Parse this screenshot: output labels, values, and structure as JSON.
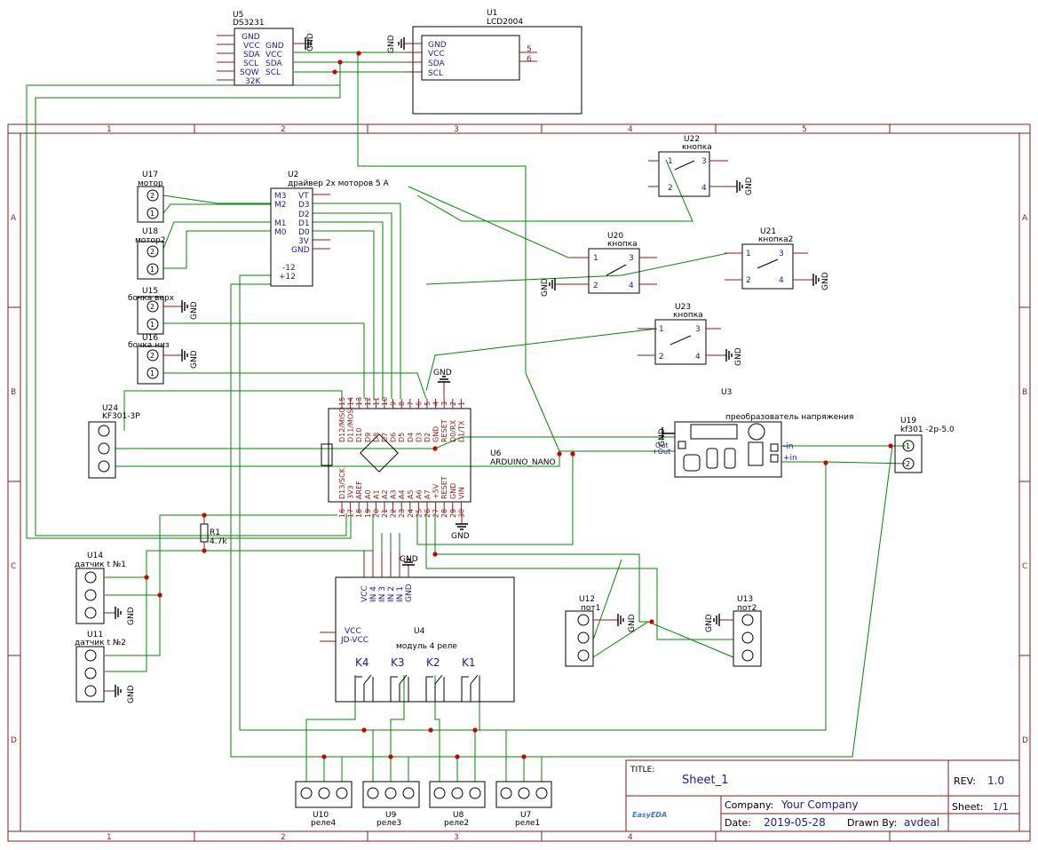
{
  "colors": {
    "frame": "#8b1a1a",
    "wire": "#008800",
    "text_blue": "#1a1aa0",
    "junction": "#cc0000"
  },
  "frame": {
    "columns": [
      "1",
      "2",
      "3",
      "4",
      "5"
    ],
    "rows": [
      "A",
      "B",
      "C",
      "D"
    ]
  },
  "title_block": {
    "title_label": "TITLE:",
    "title": "Sheet_1",
    "rev_label": "REV:",
    "rev": "1.0",
    "company_label": "Company:",
    "company": "Your Company",
    "sheet_label": "Sheet:",
    "sheet": "1/1",
    "date_label": "Date:",
    "date": "2019-05-28",
    "drawn_label": "Drawn By:",
    "drawn_by": "avdeal",
    "logo": "EasyEDA"
  },
  "gnd_label": "GND",
  "components": {
    "u5": {
      "ref": "U5",
      "name": "DS3231",
      "pins_left": [
        "GND",
        "VCC",
        "SDA",
        "SCL",
        "SQW",
        "32K"
      ],
      "pins_right": [
        "GND",
        "VCC",
        "SDA",
        "SCL"
      ]
    },
    "u1": {
      "ref": "U1",
      "name": "LCD2004",
      "pins": [
        "GND",
        "VCC",
        "SDA",
        "SCL"
      ],
      "right_pins": [
        "5",
        "6"
      ]
    },
    "u2": {
      "ref": "U2",
      "name": "драйвер 2х моторов 5 А",
      "pins_left": [
        "M3",
        "M2",
        "M1",
        "M0",
        "-12",
        "+12"
      ],
      "pins_right": [
        "VT",
        "D3",
        "D2",
        "D1",
        "D0",
        "3V",
        "GND"
      ]
    },
    "u17": {
      "ref": "U17",
      "name": "мотор"
    },
    "u18": {
      "ref": "U18",
      "name": "мотор2"
    },
    "u15": {
      "ref": "U15",
      "name": "бочка верх"
    },
    "u16": {
      "ref": "U16",
      "name": "бочка низ"
    },
    "u24": {
      "ref": "U24",
      "name": "KF301-3P"
    },
    "u22": {
      "ref": "U22",
      "name": "кнопка"
    },
    "u20": {
      "ref": "U20",
      "name": "кнопка"
    },
    "u21": {
      "ref": "U21",
      "name": "кнопка2"
    },
    "u23": {
      "ref": "U23",
      "name": "кнопка"
    },
    "u3": {
      "ref": "U3",
      "name": "преобразователь напряжения",
      "pins_left": [
        "Out",
        "+Out"
      ],
      "pins_right": [
        "-in",
        "+in"
      ]
    },
    "u19": {
      "ref": "U19",
      "name": "kf301 -2p-5.0"
    },
    "u6": {
      "ref": "U6",
      "name": "ARDUINO_NANO",
      "top_nums": [
        "15",
        "14",
        "13",
        "12",
        "11",
        "10",
        "9",
        "8",
        "7",
        "6",
        "5",
        "4",
        "3",
        "2",
        "1"
      ],
      "top_labels": [
        "D12/MISO",
        "D11/MOSI",
        "D10",
        "D9",
        "D8",
        "D7",
        "D6",
        "D5",
        "D4",
        "D3",
        "D2",
        "GND",
        "RESET",
        "D0/RX",
        "D1/TX"
      ],
      "bottom_nums": [
        "16",
        "17",
        "18",
        "19",
        "20",
        "21",
        "22",
        "23",
        "24",
        "25",
        "26",
        "27",
        "28",
        "29",
        "30"
      ],
      "bottom_labels": [
        "D13/SCK",
        "3V3",
        "AREF",
        "A0",
        "A1",
        "A2",
        "A3",
        "A4",
        "A5",
        "A6",
        "A7",
        "+5V",
        "RESET",
        "GND",
        "VIN"
      ]
    },
    "r1": {
      "ref": "R1",
      "value": "4.7k"
    },
    "u14": {
      "ref": "U14",
      "name": "датчик t №1"
    },
    "u11": {
      "ref": "U11",
      "name": "датчик t №2"
    },
    "u4": {
      "ref": "U4",
      "name": "модуль 4 реле",
      "top_pins": [
        "VCC",
        "IN 4",
        "IN 3",
        "IN 2",
        "IN 1",
        "GND"
      ],
      "side_pins": [
        "VCC",
        "JD-VCC"
      ],
      "relays": [
        "K4",
        "K3",
        "K2",
        "K1"
      ]
    },
    "u12": {
      "ref": "U12",
      "name": "пот1"
    },
    "u13": {
      "ref": "U13",
      "name": "пот2"
    },
    "u10": {
      "ref": "U10",
      "name": "реле4"
    },
    "u9": {
      "ref": "U9",
      "name": "реле3"
    },
    "u8": {
      "ref": "U8",
      "name": "реле2"
    },
    "u7": {
      "ref": "U7",
      "name": "реле1"
    }
  },
  "switch_pins": [
    "1",
    "2",
    "3",
    "4"
  ],
  "terminal_pins": [
    "1",
    "2"
  ]
}
